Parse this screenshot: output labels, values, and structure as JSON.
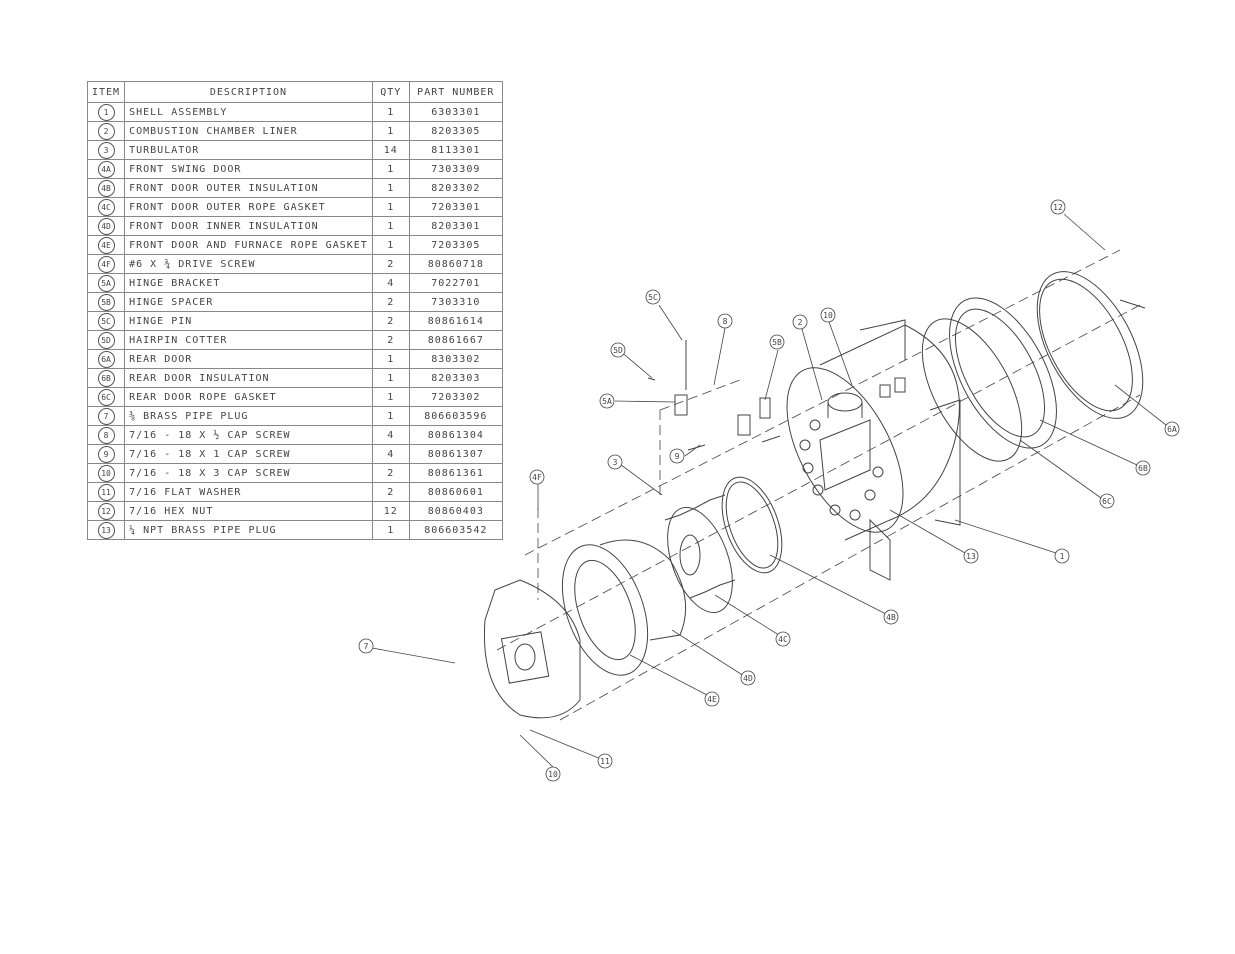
{
  "table": {
    "headers": {
      "item": "ITEM",
      "description": "DESCRIPTION",
      "qty": "QTY",
      "part_number": "PART NUMBER"
    },
    "rows": [
      {
        "item": "1",
        "description": "SHELL ASSEMBLY",
        "qty": "1",
        "part_number": "6303301"
      },
      {
        "item": "2",
        "description": "COMBUSTION CHAMBER LINER",
        "qty": "1",
        "part_number": "8203305"
      },
      {
        "item": "3",
        "description": "TURBULATOR",
        "qty": "14",
        "part_number": "8113301"
      },
      {
        "item": "4A",
        "description": "FRONT SWING DOOR",
        "qty": "1",
        "part_number": "7303309"
      },
      {
        "item": "4B",
        "description": "FRONT DOOR OUTER INSULATION",
        "qty": "1",
        "part_number": "8203302"
      },
      {
        "item": "4C",
        "description": "FRONT DOOR OUTER ROPE GASKET",
        "qty": "1",
        "part_number": "7203301"
      },
      {
        "item": "4D",
        "description": "FRONT DOOR INNER INSULATION",
        "qty": "1",
        "part_number": "8203301"
      },
      {
        "item": "4E",
        "description": "FRONT DOOR AND FURNACE ROPE GASKET",
        "qty": "1",
        "part_number": "7203305"
      },
      {
        "item": "4F",
        "description": "#6 X ¾ DRIVE SCREW",
        "qty": "2",
        "part_number": "80860718"
      },
      {
        "item": "5A",
        "description": "HINGE BRACKET",
        "qty": "4",
        "part_number": "7022701"
      },
      {
        "item": "5B",
        "description": "HINGE SPACER",
        "qty": "2",
        "part_number": "7303310"
      },
      {
        "item": "5C",
        "description": "HINGE PIN",
        "qty": "2",
        "part_number": "80861614"
      },
      {
        "item": "5D",
        "description": "HAIRPIN COTTER",
        "qty": "2",
        "part_number": "80861667"
      },
      {
        "item": "6A",
        "description": "REAR DOOR",
        "qty": "1",
        "part_number": "8303302"
      },
      {
        "item": "6B",
        "description": "REAR DOOR INSULATION",
        "qty": "1",
        "part_number": "8203303"
      },
      {
        "item": "6C",
        "description": "REAR DOOR ROPE GASKET",
        "qty": "1",
        "part_number": "7203302"
      },
      {
        "item": "7",
        "description": "⅜ BRASS PIPE PLUG",
        "qty": "1",
        "part_number": "806603596"
      },
      {
        "item": "8",
        "description": "7/16 - 18 X ½ CAP SCREW",
        "qty": "4",
        "part_number": "80861304"
      },
      {
        "item": "9",
        "description": "7/16 - 18 X 1 CAP SCREW",
        "qty": "4",
        "part_number": "80861307"
      },
      {
        "item": "10",
        "description": "7/16 - 18 X 3 CAP SCREW",
        "qty": "2",
        "part_number": "80861361"
      },
      {
        "item": "11",
        "description": "7/16 FLAT WASHER",
        "qty": "2",
        "part_number": "80860601"
      },
      {
        "item": "12",
        "description": "7/16 HEX NUT",
        "qty": "12",
        "part_number": "80860403"
      },
      {
        "item": "13",
        "description": "¼ NPT BRASS PIPE PLUG",
        "qty": "1",
        "part_number": "806603542"
      }
    ]
  },
  "callouts": [
    "12",
    "5C",
    "8",
    "2",
    "10",
    "5B",
    "5D",
    "5A",
    "9",
    "3",
    "4F",
    "7",
    "4E",
    "4D",
    "4C",
    "4B",
    "10",
    "11",
    "13",
    "1",
    "6C",
    "6B",
    "6A"
  ],
  "colors": {
    "line": "#444444",
    "background": "#ffffff"
  }
}
